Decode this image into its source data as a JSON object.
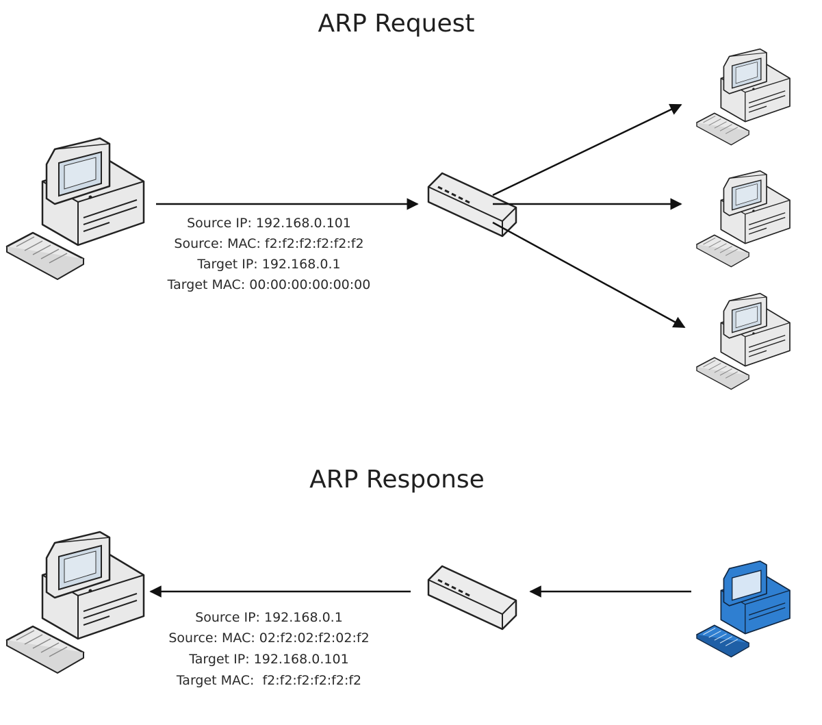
{
  "request": {
    "title": "ARP Request",
    "fields": [
      "Source IP: 192.168.0.101",
      "Source: MAC: f2:f2:f2:f2:f2:f2",
      "Target IP: 192.168.0.1",
      "Target MAC: 00:00:00:00:00:00"
    ]
  },
  "response": {
    "title": "ARP Response",
    "fields": [
      "Source IP: 192.168.0.1",
      "Source: MAC: 02:f2:02:f2:02:f2",
      "Target IP: 192.168.0.101",
      "Target MAC:  f2:f2:f2:f2:f2:f2"
    ]
  },
  "colors": {
    "computer": "#e9e9e9",
    "screen": "#cfdbe6",
    "target": "#2f7fd1",
    "target_screen": "#d7e6f5",
    "line": "#111111"
  }
}
